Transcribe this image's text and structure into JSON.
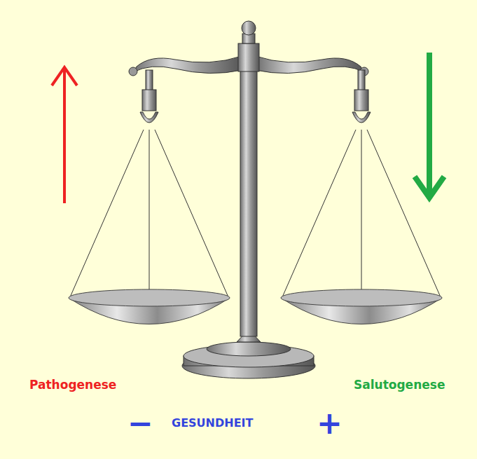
{
  "diagram": {
    "labels": [
      "Pathogenese",
      "Salutogenese",
      "−",
      "GESUNDHEIT",
      "+"
    ]
  }
}
